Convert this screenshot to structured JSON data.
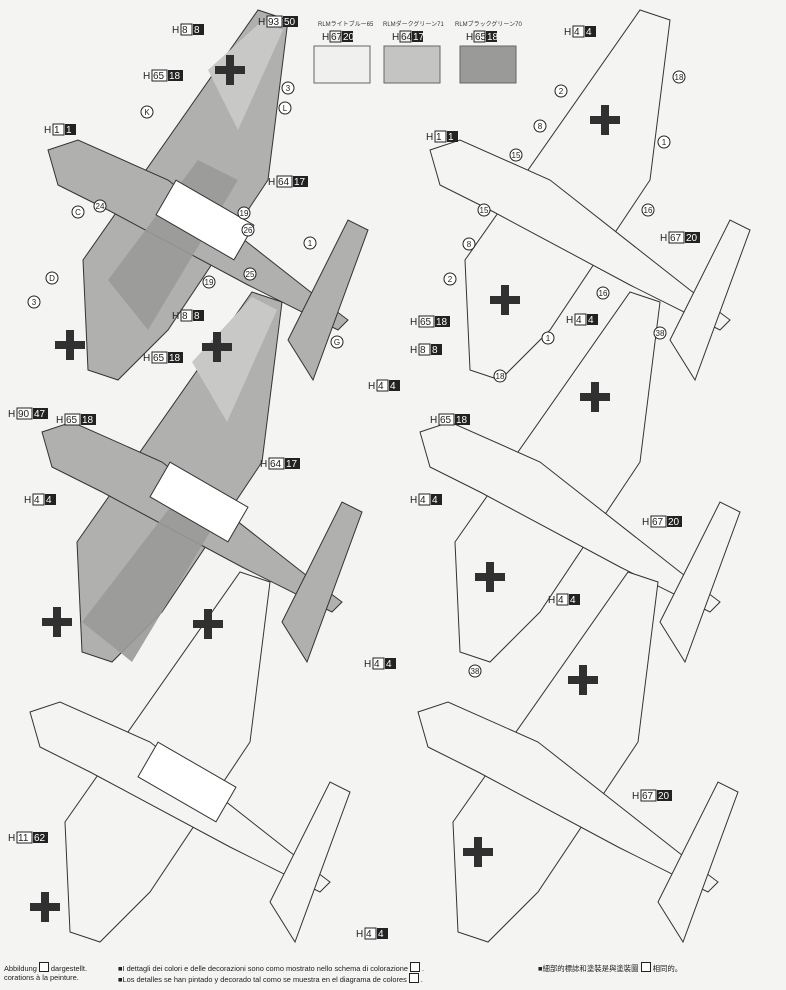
{
  "colors": {
    "paint_light": "#f0f0ee",
    "paint_mid": "#c4c4c2",
    "paint_dark": "#9a9a98",
    "line": "#333333",
    "cross_black": "#303030",
    "background": "#f4f4f2"
  },
  "legend": [
    {
      "label": "RLMライトブルー65",
      "code_prefix": "H",
      "code_a": "67",
      "code_b": "20"
    },
    {
      "label": "RLMダークグリーン71",
      "code_prefix": "H",
      "code_a": "64",
      "code_b": "17"
    },
    {
      "label": "RLMブラックグリーン70",
      "code_prefix": "H",
      "code_a": "65",
      "code_b": "18"
    }
  ],
  "codes": {
    "h93_50": {
      "p": "H",
      "a": "93",
      "b": "50"
    },
    "h8_8": {
      "p": "H",
      "a": "8",
      "b": "8"
    },
    "h65_18": {
      "p": "H",
      "a": "65",
      "b": "18"
    },
    "h1_1": {
      "p": "H",
      "a": "1",
      "b": "1"
    },
    "h64_17": {
      "p": "H",
      "a": "64",
      "b": "17"
    },
    "h90_47": {
      "p": "H",
      "a": "90",
      "b": "47"
    },
    "h4_4": {
      "p": "H",
      "a": "4",
      "b": "4"
    },
    "h11_62": {
      "p": "H",
      "a": "11",
      "b": "62"
    },
    "h67_20": {
      "p": "H",
      "a": "67",
      "b": "20"
    }
  },
  "callouts": {
    "c1": "1",
    "c2": "2",
    "c3": "3",
    "c8": "8",
    "c15": "15",
    "c16": "16",
    "c18": "18",
    "c19": "19",
    "c24": "24",
    "c25": "25",
    "c26": "26",
    "c38": "38",
    "cK": "K",
    "cL": "L",
    "cC": "C",
    "cD": "D",
    "cG": "G"
  },
  "footer": {
    "de_left": "Abbildung",
    "de_right": "dargestellt.",
    "fr": "corations à la peinture.",
    "it": "I dettagli dei colori e delle decorazioni sono como mostrato nello schema di colorazione",
    "es": "Los detalles se han pintado y decorado tal como se muestra en el diagrama de colores",
    "zh_left": "細部的標誌和塗裝是與塗裝圖",
    "zh_right": "相同的。"
  }
}
